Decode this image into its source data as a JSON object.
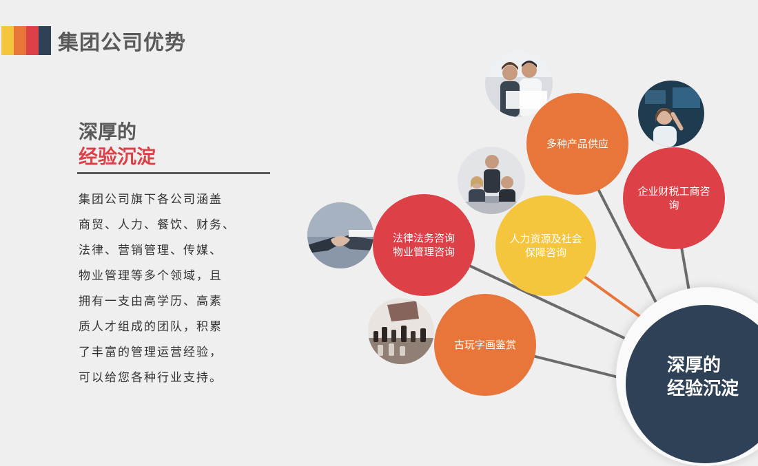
{
  "header": {
    "title": "集团公司优势",
    "stripe_colors": [
      "#f5c63d",
      "#e8763a",
      "#dd4046",
      "#2f4156"
    ]
  },
  "left": {
    "heading_line1": "深厚的",
    "heading_line2": "经验沉淀",
    "lines": [
      "集团公司旗下各公司涵盖",
      "商贸、人力、餐饮、财务、",
      "法律、营销管理、传媒、",
      "物业管理等多个领域，且",
      "拥有一支由高学历、高素",
      "质人才组成的团队，积累",
      "了丰富的管理运营经验，",
      "可以给您各种行业支持。"
    ]
  },
  "hub": {
    "line1": "深厚的",
    "line2": "经验沉淀",
    "color": "#2f4156"
  },
  "bubbles": {
    "products": {
      "line1": "多种产品供应",
      "color": "#e8763a"
    },
    "tax": {
      "line1": "企业财税工商咨",
      "line2": "询",
      "color": "#dd4046"
    },
    "hr": {
      "line1": "人力资源及社会",
      "line2": "保障咨询",
      "color": "#f5c63d"
    },
    "legal": {
      "line1": "法律法务咨询",
      "line2": "物业管理咨询",
      "color": "#dd4046"
    },
    "antique": {
      "line1": "古玩字画鉴赏",
      "color": "#e8763a"
    }
  },
  "photos": [
    "business-team-photo",
    "tech-woman-photo",
    "meeting-photo",
    "handshake-photo",
    "chess-photo"
  ]
}
